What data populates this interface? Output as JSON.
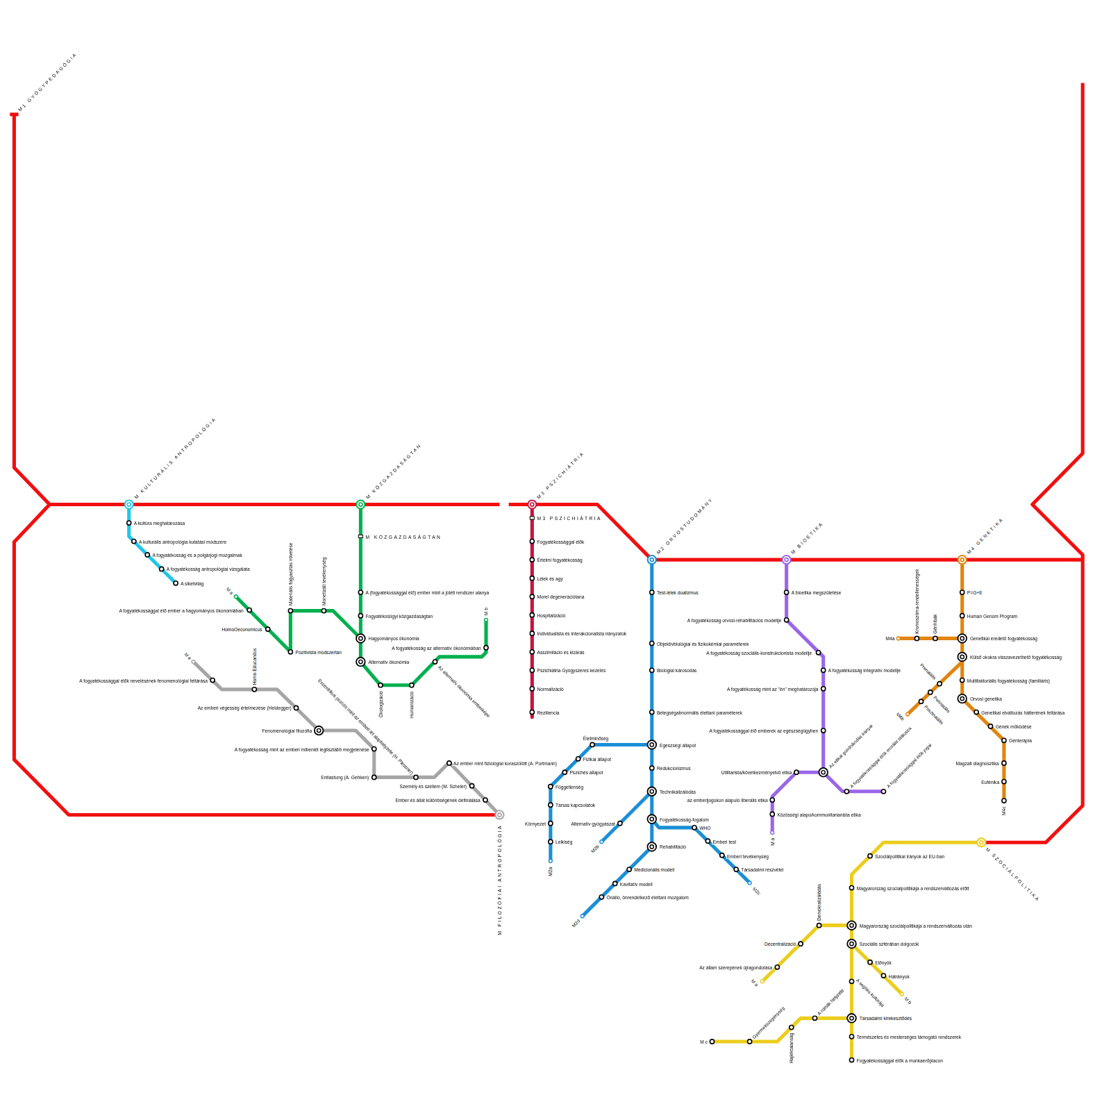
{
  "diagram": {
    "labels": [
      "M1 GYÓGYPEDAGÓGIA",
      "M KULTURÁLIS ANTROPOLÓGIA",
      "A kultúra meghatározása",
      "A kulturális antropológia kutatási módszere",
      "A fogyatékosság és a polgárjogi mozgalmak",
      "A fogyatékosság antropológiai vizsgálata",
      "A siketvilág",
      "M KÖZGAZDASÁGTAN",
      "M KÖZGAZDASÁGTAN",
      "A (fogyatékossággal élő) ember mint a jóléti rendszer alanya",
      "Fogyatékosügyi közgazdaságtan",
      "Hagyományos ökonómia",
      "Alternatív ökonómia",
      "M a",
      "A fogyatékossággal élő ember a hagyományos ökonómiában",
      "HomoOeconomicus",
      "Pozitivista módszertan",
      "Materiális fogyasztás növelése",
      "Monetizált tevékenység",
      "Ökologizáció",
      "Humanizáció",
      "Az alternatív ökonómia emberképe",
      "A fogyatékosság az alternatív ökonómiában",
      "M b",
      "M3 PSZICHIÁTRIA",
      "M3 PSZICHIÁTRIA",
      "Fogyatékossággal élők",
      "Értelmi fogyatékosság",
      "Lélek és agy",
      "Morel degenerációtana",
      "Hospitalizáció",
      "Individualista és interakcionalista irányzatok",
      "Asszimiláció és kizárás",
      "Pszichiátria Gyógyszeres kezelés",
      "Normalizáció",
      "Reziliencia",
      "M a",
      "A fogyatékossággal élők nevelésének fenomenológiai feltárása",
      "Homo Educandus",
      "Az emberi végesség értelmezése (Heidegger)",
      "Fenomenológiai filozófia",
      "A fogyatékosság mint az emberi mibenlét legtisztább megjelenése",
      "Entlastung (A. Gehken)",
      "Excentrikus pozíció mint az emberi lét alaphelyzete (H. Plessner)",
      "Az ember mint fiziológiai koraszülött (A. Portmann)",
      "Személy és szellem (M. Scheler)",
      "Ember és állat különbségének definiálása",
      "M FILOZÓFIAI ANTROPOLÓGIA",
      "M2 ORVOSTUDOMÁNY",
      "Test-lélek dualizmus",
      "Objektívbiológiai és fizikokémiai paraméterek",
      "Biológiai károsodás",
      "Betegségabnormális élettani paraméterek",
      "Egészségi állapot",
      "Redukcionizmus",
      "Technikalizálódás",
      "Fogyatékosság-fogalom",
      "Rehabilitáció",
      "Életminőség",
      "Fizikai állapot",
      "Pszichés állapot",
      "Függetlenség",
      "Társas kapcsolatok",
      "Környezet",
      "Lelkiség",
      "M2a",
      "Alternatív gyógyászat",
      "M2b",
      "WHO",
      "Emberi test",
      "Emberi tevékenység",
      "Társadalmi részvétel",
      "M2c",
      "Medicionális modell",
      "Kavitatív modell",
      "Önálló, önrendelkező élettani mozgalom",
      "M2d",
      "M BIOETIKA",
      "A bioetika megszületése",
      "A fogyatékosság orvosi-rehabilitációs modellje",
      "A fogyatékosság szociális-konstrukcionista modellje",
      "A fogyatékosság integratív modellje",
      "A fogyatékosság mint az \"én\" meghatározója",
      "A fogyatékossággal élő emberek az egészségügyben",
      "Az etikai gondolkodás irányai",
      "Utilitarista/következményelvű etika",
      "A fogyatékossággal élők morális státusza",
      "A fogyatékossággal élők jogai",
      "az emberijogokon alapuló liberális etika",
      "Közösségi alapú/kommunitarianista etika",
      "M a",
      "M4 GENETIKA",
      "P=G+E",
      "Human Genom Program",
      "Genetikai eredetű fogyatékosság",
      "Külső okokra visszavezethető fogyatékosság",
      "Multifaktoriális fogyatékosság (familiáris)",
      "Orvosi genetika",
      "Genetikai elváltozás hátterének feltárása",
      "Gének működése",
      "Génterápia",
      "Magzati diagnosztika",
      "Eufénika",
      "M4c",
      "M4a",
      "Kromoszóma-rendellenességek",
      "Génhibák",
      "Prenatális",
      "Perinatális",
      "Posztnatális",
      "M4b",
      "M SZOCIÁLPOLITIKA",
      "Szociálpolitikai irányok az EU-ban",
      "Magyarország szocialpolitikája a rendszerváltozás előtt",
      "Magyarország szociálpolitikája a rendszerváltozás után",
      "Szociális szférában dolgozók",
      "A segítés kultúrája",
      "Társadalmi kirekesztődés",
      "Természetes és mesterséges támogató rendszerek",
      "Fogyatékossággal élők a munkaerőpiacon",
      "Demokratizálódás",
      "Decentralizáció",
      "Az állam szerepének újragondolása",
      "M a",
      "Előnyök",
      "Hátrányok",
      "M b",
      "M c",
      "Gyermekszegénység",
      "Hajléktalanság",
      "A romák helyzete"
    ]
  }
}
